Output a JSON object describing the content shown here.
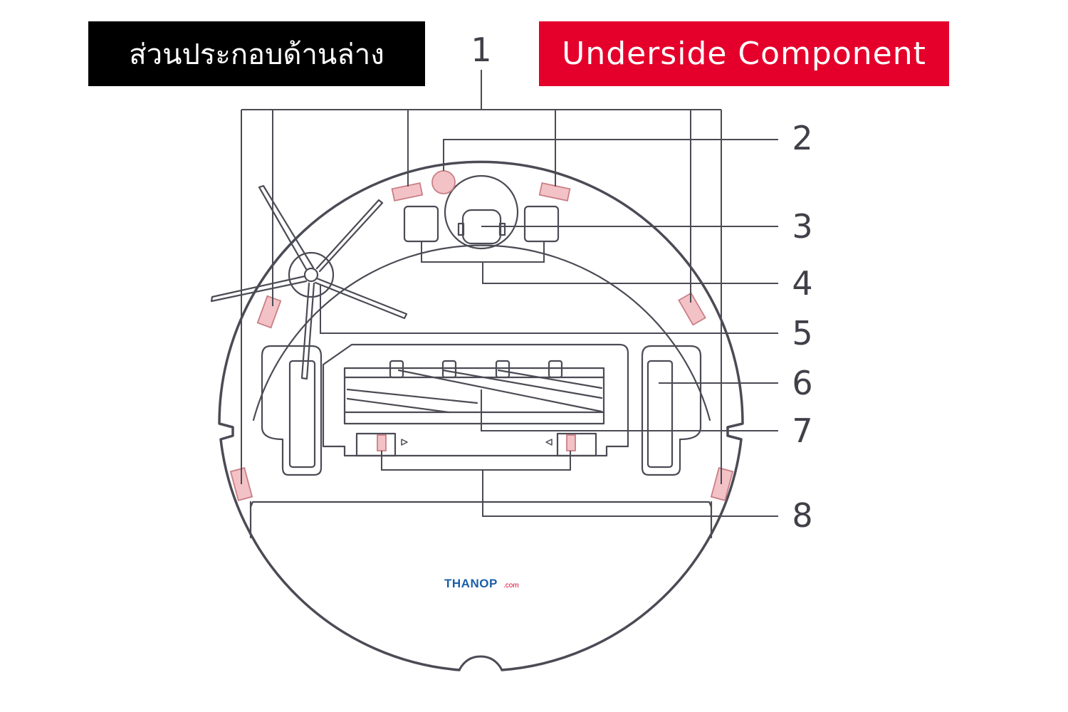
{
  "header": {
    "title_thai": "ส่วนประกอบด้านล่าง",
    "title_english": "Underside Component"
  },
  "callouts": [
    "1",
    "2",
    "3",
    "4",
    "5",
    "6",
    "7",
    "8"
  ],
  "logo": {
    "main": "THANOP",
    "sub": ".com"
  },
  "colors": {
    "line": "#4b4b55",
    "sensor_fill": "#f3c2c6",
    "sensor_stroke": "#c97f86",
    "thai_box": "#000000",
    "english_box": "#e4002b",
    "logo_blue": "#1a5fa8"
  }
}
